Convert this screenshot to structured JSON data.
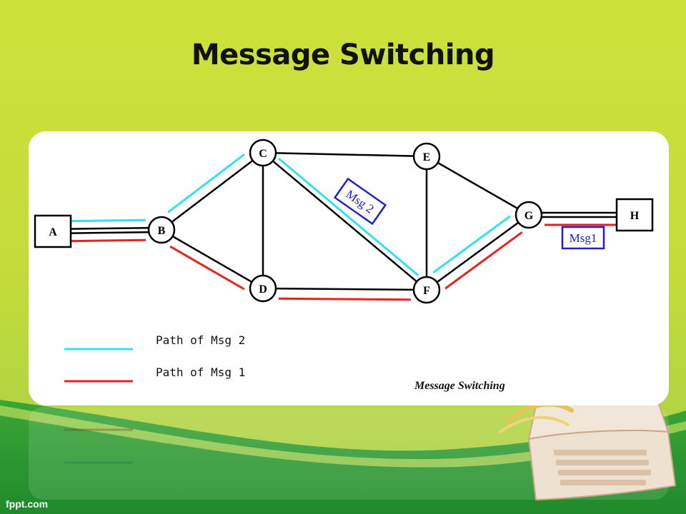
{
  "slide": {
    "title": "Message Switching",
    "footer": "fppt.com"
  },
  "diagram": {
    "nodes": [
      {
        "id": "A",
        "label": "A",
        "shape": "box"
      },
      {
        "id": "B",
        "label": "B",
        "shape": "circle"
      },
      {
        "id": "C",
        "label": "C",
        "shape": "circle"
      },
      {
        "id": "D",
        "label": "D",
        "shape": "circle"
      },
      {
        "id": "E",
        "label": "E",
        "shape": "circle"
      },
      {
        "id": "F",
        "label": "F",
        "shape": "circle"
      },
      {
        "id": "G",
        "label": "G",
        "shape": "circle"
      },
      {
        "id": "H",
        "label": "H",
        "shape": "box"
      }
    ],
    "links": [
      [
        "A",
        "B"
      ],
      [
        "B",
        "C"
      ],
      [
        "B",
        "D"
      ],
      [
        "C",
        "D"
      ],
      [
        "C",
        "E"
      ],
      [
        "C",
        "F"
      ],
      [
        "D",
        "F"
      ],
      [
        "E",
        "F"
      ],
      [
        "E",
        "G"
      ],
      [
        "F",
        "G"
      ],
      [
        "G",
        "H"
      ]
    ],
    "msg2_path": [
      "A",
      "B",
      "C",
      "F",
      "G"
    ],
    "msg1_path": [
      "A",
      "B",
      "D",
      "F",
      "G",
      "H"
    ],
    "messages": {
      "msg2": "Msg 2",
      "msg1": "Msg1"
    },
    "legend": [
      {
        "label": "Path of Msg 2",
        "color": "#33e0f0"
      },
      {
        "label": "Path of Msg 1",
        "color": "#e8231f"
      }
    ],
    "caption": "Message Switching",
    "colors": {
      "link": "#000000",
      "msg_box": "#2020c8",
      "msg2_path": "#33e0f0",
      "msg1_path": "#e8231f"
    }
  }
}
